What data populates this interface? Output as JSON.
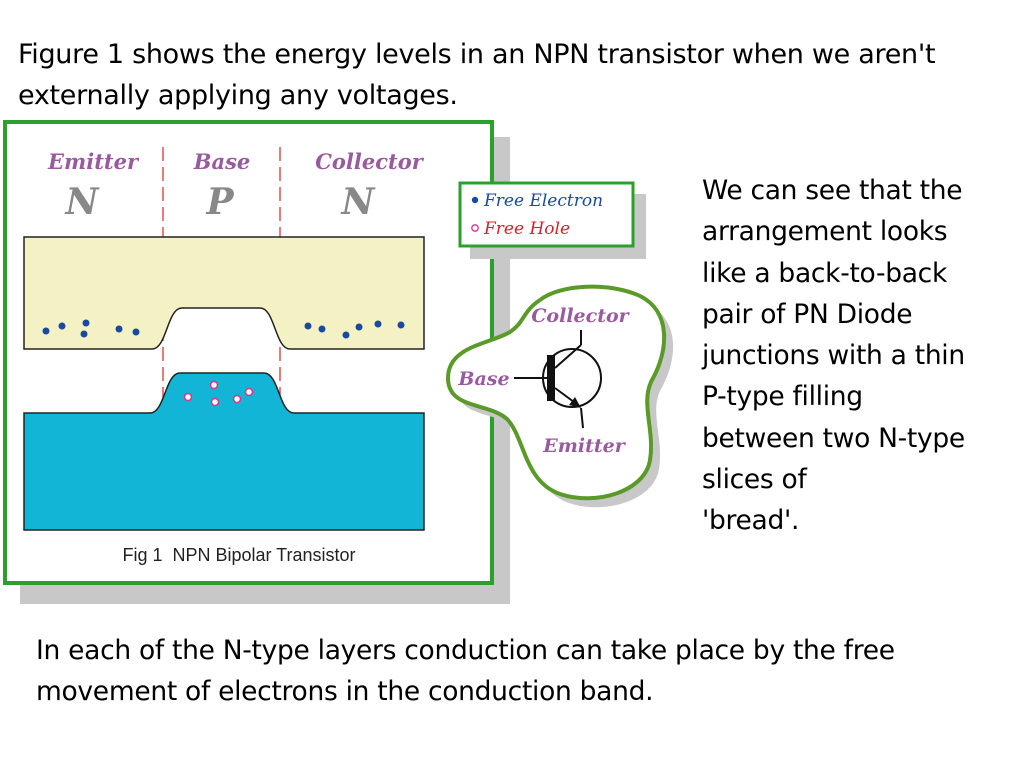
{
  "intro": "Figure 1 shows the energy levels in an NPN transistor when we aren't externally applying any voltages.",
  "side_lines": [
    "We can see that the",
    "arrangement looks",
    "like a back-to-back",
    "pair of PN Diode",
    "junctions with a thin",
    "P-type filling",
    "between two N-type",
    "slices of",
    "'bread'."
  ],
  "bottom": "In each of the N-type layers conduction can take place by the free movement of electrons in the conduction band.",
  "figure": {
    "regions": [
      {
        "name": "Emitter",
        "type": "N"
      },
      {
        "name": "Base",
        "type": "P"
      },
      {
        "name": "Collector",
        "type": "N"
      }
    ],
    "caption": "Fig 1  NPN Bipolar Transistor"
  },
  "legend": {
    "electron": "Free Electron",
    "hole": "Free Hole"
  },
  "symbol": {
    "collector": "Collector",
    "base": "Base",
    "emitter": "Emitter"
  },
  "colors": {
    "frame_green": "#2ca02c",
    "conduction_band": "#f4f2c4",
    "valence_band": "#13b5d6",
    "electron": "#1a4aa0",
    "hole": "#e0308a",
    "label_purple": "#9a5aa0",
    "type_gray": "#888888"
  }
}
